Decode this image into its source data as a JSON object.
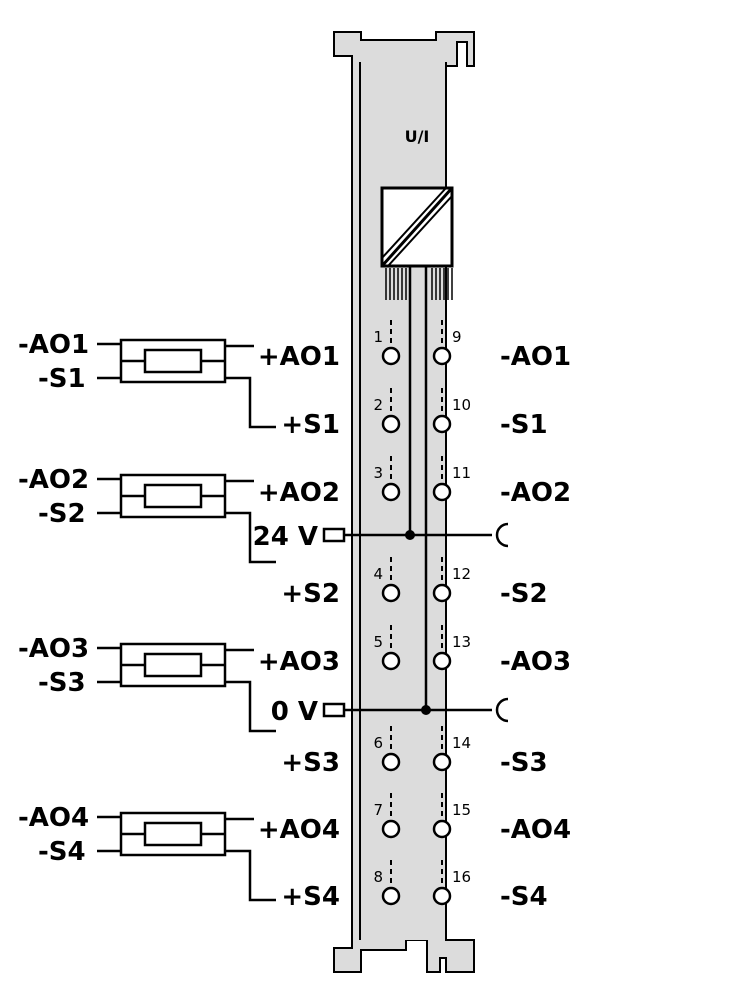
{
  "module": {
    "title": "U/I",
    "colors": {
      "body": "#dcdcdc",
      "line": "#000000"
    }
  },
  "rails": [
    {
      "id": "24v",
      "label": "24 V"
    },
    {
      "id": "0v",
      "label": "0 V"
    }
  ],
  "terminals": [
    {
      "n": "1"
    },
    {
      "n": "2"
    },
    {
      "n": "3"
    },
    {
      "n": "4"
    },
    {
      "n": "5"
    },
    {
      "n": "6"
    },
    {
      "n": "7"
    },
    {
      "n": "8"
    },
    {
      "n": "9"
    },
    {
      "n": "10"
    },
    {
      "n": "11"
    },
    {
      "n": "12"
    },
    {
      "n": "13"
    },
    {
      "n": "14"
    },
    {
      "n": "15"
    },
    {
      "n": "16"
    }
  ],
  "left_labels": [
    "+AO1",
    "+S1",
    "+AO2",
    "+S2",
    "+AO3",
    "+S3",
    "+AO4",
    "+S4"
  ],
  "right_labels": [
    "-AO1",
    "-S1",
    "-AO2",
    "-S2",
    "-AO3",
    "-S3",
    "-AO4",
    "-S4"
  ],
  "loads": [
    {
      "ao": "-AO1",
      "s": "-S1"
    },
    {
      "ao": "-AO2",
      "s": "-S2"
    },
    {
      "ao": "-AO3",
      "s": "-S3"
    },
    {
      "ao": "-AO4",
      "s": "-S4"
    }
  ]
}
